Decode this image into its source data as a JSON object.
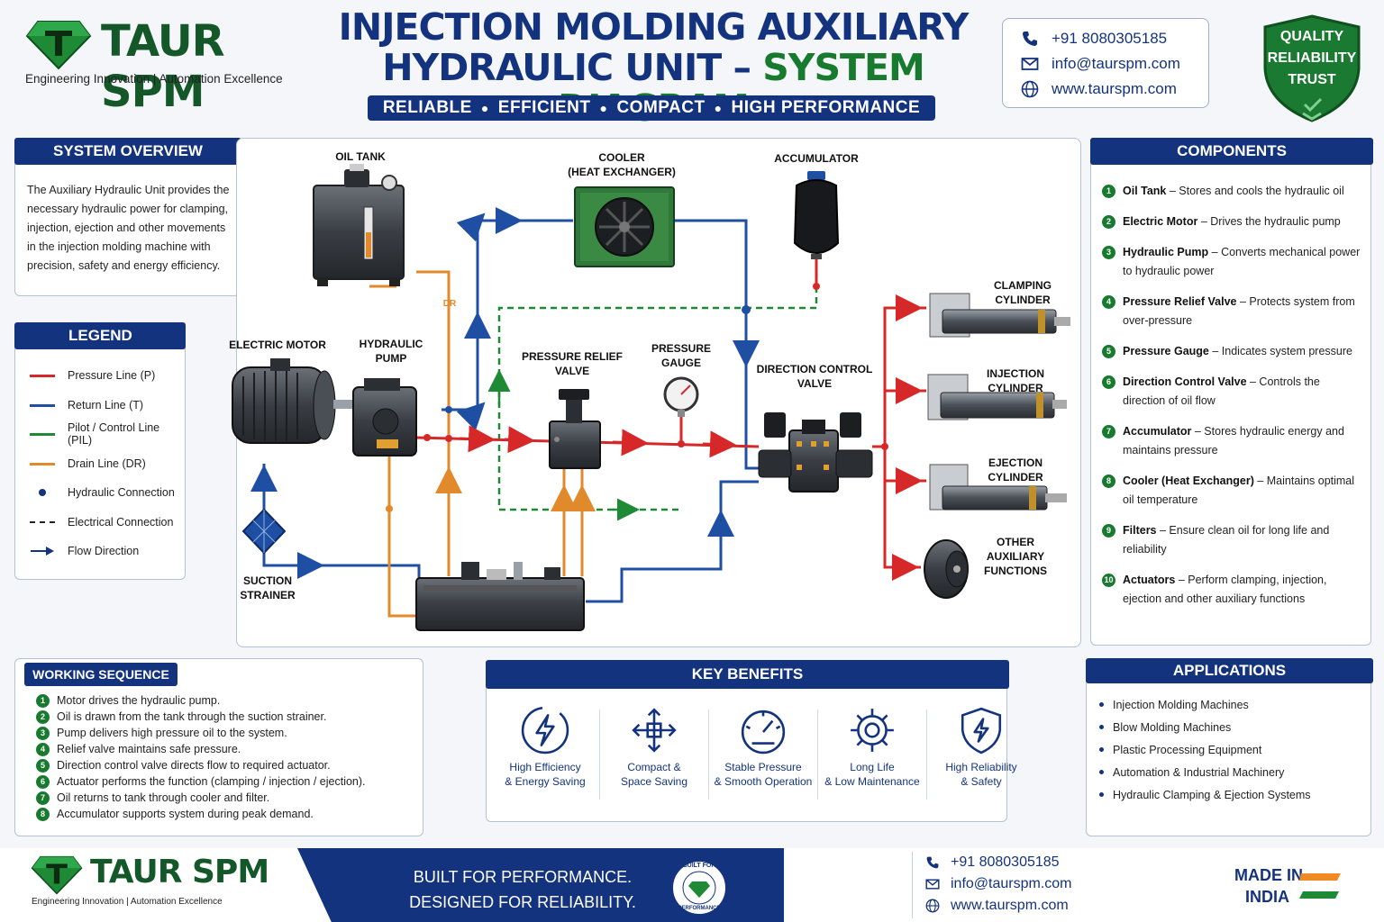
{
  "brand": {
    "name": "TAUR SPM",
    "tagline": "Engineering Innovation | Automation Excellence"
  },
  "title": {
    "line1": "INJECTION MOLDING AUXILIARY",
    "line2_part1": "HYDRAULIC UNIT – ",
    "line2_part2": "SYSTEM DIAGRAM",
    "tagline_words": [
      "RELIABLE",
      "EFFICIENT",
      "COMPACT",
      "HIGH PERFORMANCE"
    ]
  },
  "contact": {
    "phone": "+91 8080305185",
    "email": "info@taurspm.com",
    "web": "www.taurspm.com"
  },
  "badge": {
    "line1": "QUALITY",
    "line2": "RELIABILITY",
    "line3": "TRUST"
  },
  "overview": {
    "title": "SYSTEM OVERVIEW",
    "text": "The Auxiliary Hydraulic Unit provides the necessary hydraulic power for clamping, injection, ejection and other movements in the injection molding machine with precision, safety and energy efficiency."
  },
  "legend": {
    "title": "LEGEND",
    "items": [
      {
        "label": "Pressure Line (P)",
        "color": "#d62828",
        "kind": "line"
      },
      {
        "label": "Return Line (T)",
        "color": "#1f4fa3",
        "kind": "line"
      },
      {
        "label": "Pilot / Control Line (PIL)",
        "color": "#1f8a35",
        "kind": "line"
      },
      {
        "label": "Drain Line (DR)",
        "color": "#e08a2c",
        "kind": "line"
      },
      {
        "label": "Hydraulic Connection",
        "color": "#14337e",
        "kind": "dot"
      },
      {
        "label": "Electrical Connection",
        "color": "#222222",
        "kind": "dash"
      },
      {
        "label": "Flow Direction",
        "color": "#14337e",
        "kind": "arrow"
      }
    ]
  },
  "diagram": {
    "labels": {
      "oil_tank": "OIL TANK",
      "cooler": "COOLER\n(HEAT EXCHANGER)",
      "accumulator": "ACCUMULATOR",
      "electric_motor": "ELECTRIC MOTOR",
      "hydraulic_pump": "HYDRAULIC\nPUMP",
      "relief_valve": "PRESSURE RELIEF\nVALVE",
      "pressure_gauge": "PRESSURE\nGAUGE",
      "direction_valve": "DIRECTION CONTROL\nVALVE",
      "clamping_cylinder": "CLAMPING\nCYLINDER",
      "injection_cylinder": "INJECTION\nCYLINDER",
      "ejection_cylinder": "EJECTION\nCYLINDER",
      "other_functions": "OTHER\nAUXILIARY\nFUNCTIONS",
      "suction_strainer": "SUCTION\nSTRAINER",
      "drain_tag": "DR"
    }
  },
  "components": {
    "title": "COMPONENTS",
    "items": [
      {
        "n": "1",
        "name": "Oil Tank",
        "desc": " – Stores and cools the hydraulic oil"
      },
      {
        "n": "2",
        "name": "Electric Motor",
        "desc": " – Drives the hydraulic pump"
      },
      {
        "n": "3",
        "name": "Hydraulic Pump",
        "desc": " – Converts mechanical power to hydraulic power"
      },
      {
        "n": "4",
        "name": "Pressure Relief Valve",
        "desc": " – Protects system from over-pressure"
      },
      {
        "n": "5",
        "name": "Pressure Gauge",
        "desc": " – Indicates system pressure"
      },
      {
        "n": "6",
        "name": "Direction Control Valve",
        "desc": " – Controls the direction of oil flow"
      },
      {
        "n": "7",
        "name": "Accumulator",
        "desc": " – Stores hydraulic energy and maintains pressure"
      },
      {
        "n": "8",
        "name": "Cooler (Heat Exchanger)",
        "desc": " – Maintains optimal oil temperature"
      },
      {
        "n": "9",
        "name": "Filters",
        "desc": " – Ensure clean oil for long life and reliability"
      },
      {
        "n": "10",
        "name": "Actuators",
        "desc": " – Perform clamping, injection, ejection and other auxiliary functions"
      }
    ]
  },
  "sequence": {
    "title": "WORKING SEQUENCE",
    "steps": [
      {
        "n": "1",
        "text": "Motor drives the hydraulic pump."
      },
      {
        "n": "2",
        "text": "Oil is drawn from the tank through the suction strainer."
      },
      {
        "n": "3",
        "text": "Pump delivers high pressure oil to the system."
      },
      {
        "n": "4",
        "text": "Relief valve maintains safe pressure."
      },
      {
        "n": "5",
        "text": "Direction control valve directs flow to required actuator."
      },
      {
        "n": "6",
        "text": "Actuator performs the function (clamping / injection / ejection)."
      },
      {
        "n": "7",
        "text": "Oil returns to tank through cooler and filter."
      },
      {
        "n": "8",
        "text": "Accumulator supports system during peak demand."
      }
    ]
  },
  "benefits": {
    "title": "KEY BENEFITS",
    "items": [
      {
        "line1": "High Efficiency",
        "line2": "& Energy Saving",
        "icon": "bolt-icon"
      },
      {
        "line1": "Compact &",
        "line2": "Space Saving",
        "icon": "arrows-icon"
      },
      {
        "line1": "Stable Pressure",
        "line2": "& Smooth Operation",
        "icon": "gauge-icon"
      },
      {
        "line1": "Long Life",
        "line2": "& Low Maintenance",
        "icon": "gear-icon"
      },
      {
        "line1": "High Reliability",
        "line2": "& Safety",
        "icon": "shield-icon"
      }
    ]
  },
  "applications": {
    "title": "APPLICATIONS",
    "items": [
      "Injection Molding Machines",
      "Blow Molding Machines",
      "Plastic Processing Equipment",
      "Automation & Industrial Machinery",
      "Hydraulic Clamping & Ejection Systems"
    ]
  },
  "footer": {
    "slogan1": "BUILT FOR PERFORMANCE.",
    "slogan2": "DESIGNED FOR RELIABILITY.",
    "seal_top": "BUILT FOR",
    "seal_bottom": "PERFORMANCE",
    "made1": "MADE IN",
    "made2": "INDIA"
  },
  "colors": {
    "navy": "#14337e",
    "green": "#177a2e",
    "pressure": "#d62828",
    "return": "#1f4fa3",
    "pilot": "#1f8a35",
    "drain": "#e08a2c"
  }
}
